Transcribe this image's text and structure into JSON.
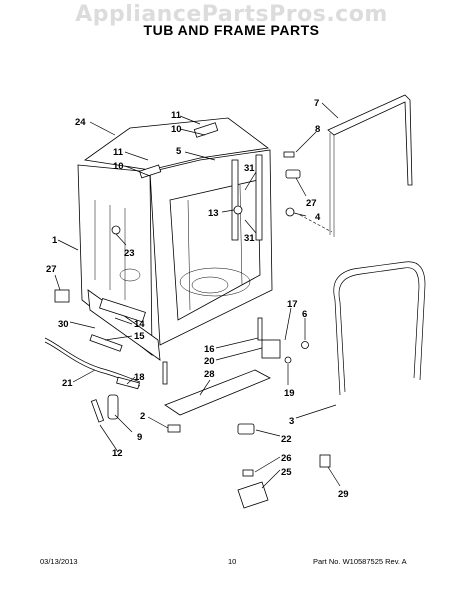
{
  "watermark": "AppliancePartsPros.com",
  "title": "TUB AND FRAME PARTS",
  "footer": {
    "date": "03/13/2013",
    "page": "10",
    "part_no": "Part No.  W10587525  Rev. A"
  },
  "callouts": [
    "24",
    "11",
    "10",
    "11",
    "10",
    "5",
    "31",
    "13",
    "31",
    "7",
    "8",
    "27",
    "4",
    "1",
    "27",
    "23",
    "30",
    "14",
    "15",
    "16",
    "20",
    "21",
    "18",
    "28",
    "2",
    "9",
    "12",
    "17",
    "6",
    "19",
    "3",
    "22",
    "26",
    "25",
    "29"
  ]
}
